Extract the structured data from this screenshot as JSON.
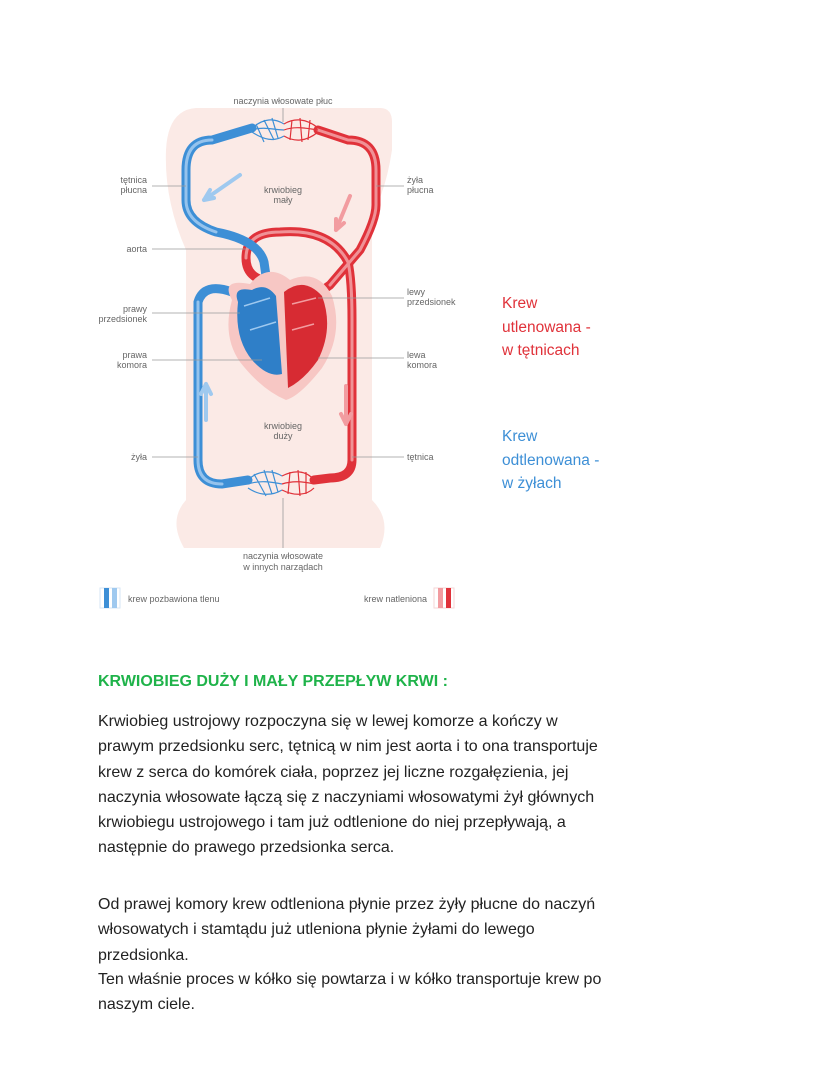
{
  "colors": {
    "oxygenated": "#e0323a",
    "deoxygenated": "#3d8fd6",
    "section_title": "#1fb34a",
    "body_text": "#222222"
  },
  "diagram": {
    "labels": {
      "lung_capillaries": "naczynia włosowate płuc",
      "pulmonary_artery_l1": "tętnica",
      "pulmonary_artery_l2": "płucna",
      "pulmonary_vein_l1": "żyła",
      "pulmonary_vein_l2": "płucna",
      "small_circ_l1": "krwiobieg",
      "small_circ_l2": "mały",
      "aorta": "aorta",
      "right_atrium_l1": "prawy",
      "right_atrium_l2": "przedsionek",
      "left_atrium_l1": "lewy",
      "left_atrium_l2": "przedsionek",
      "right_ventricle_l1": "prawa",
      "right_ventricle_l2": "komora",
      "left_ventricle_l1": "lewa",
      "left_ventricle_l2": "komora",
      "big_circ_l1": "krwiobieg",
      "big_circ_l2": "duży",
      "vein": "żyła",
      "artery": "tętnica",
      "organ_capillaries_l1": "naczynia włosowate",
      "organ_capillaries_l2": "w innych narządach"
    },
    "legend": {
      "deoxygenated": "krew pozbawiona tlenu",
      "oxygenated": "krew natleniona"
    }
  },
  "notes": {
    "red": [
      "Krew",
      "utlenowana -",
      "w tętnicach"
    ],
    "blue": [
      "Krew",
      "odtlenowana -",
      "w żyłach"
    ]
  },
  "article": {
    "title": "KRWIOBIEG DUŻY I MAŁY PRZEPŁYW KRWI :",
    "paragraph1": "Krwiobieg ustrojowy rozpoczyna się w lewej komorze a kończy w prawym przedsionku serc, tętnicą w nim jest aorta i to ona transportuje krew z serca do komórek ciała, poprzez jej liczne rozgałęzienia, jej naczynia włosowate łączą się z naczyniami włosowatymi żył głównych krwiobiegu ustrojowego i tam już odtlenione do niej przepływają, a następnie do prawego przedsionka serca.",
    "paragraph2": "Od prawej komory krew odtleniona płynie przez żyły płucne do naczyń włosowatych i stamtądu  już utleniona płynie żyłami do lewego przedsionka.",
    "paragraph3": "Ten właśnie proces w kółko się powtarza i w kółko transportuje krew po naszym ciele."
  }
}
